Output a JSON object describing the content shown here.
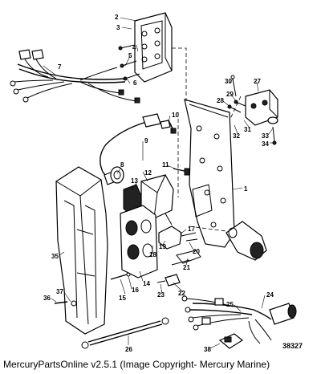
{
  "callouts": [
    "1",
    "2",
    "3",
    "4",
    "5",
    "6",
    "7",
    "8",
    "9",
    "10",
    "11",
    "12",
    "13",
    "14",
    "15",
    "16",
    "17",
    "18",
    "19",
    "20",
    "21",
    "22",
    "23",
    "24",
    "25",
    "26",
    "27",
    "28",
    "29",
    "30",
    "31",
    "32",
    "33",
    "34",
    "35",
    "36",
    "37",
    "38"
  ],
  "diagram_ref": "38327",
  "footer": {
    "text": "MercuryPartsOnline v2.5.1 (Image Copyright- Mercury Marine)"
  }
}
